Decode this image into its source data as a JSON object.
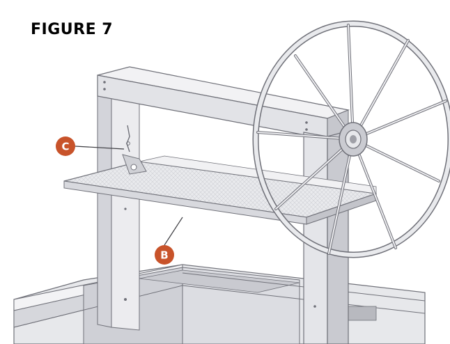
{
  "figure": {
    "title": "FIGURE 7",
    "callouts": [
      {
        "id": "C",
        "label": "C"
      },
      {
        "id": "B",
        "label": "B"
      }
    ]
  },
  "colors": {
    "callout_fill": "#c8532a",
    "callout_text": "#ffffff",
    "frame_light": "#eeeef1",
    "frame_mid": "#dadbe0",
    "frame_dark": "#bcbdc4",
    "outline": "#6f7078",
    "grate": "#e6e7ea"
  }
}
